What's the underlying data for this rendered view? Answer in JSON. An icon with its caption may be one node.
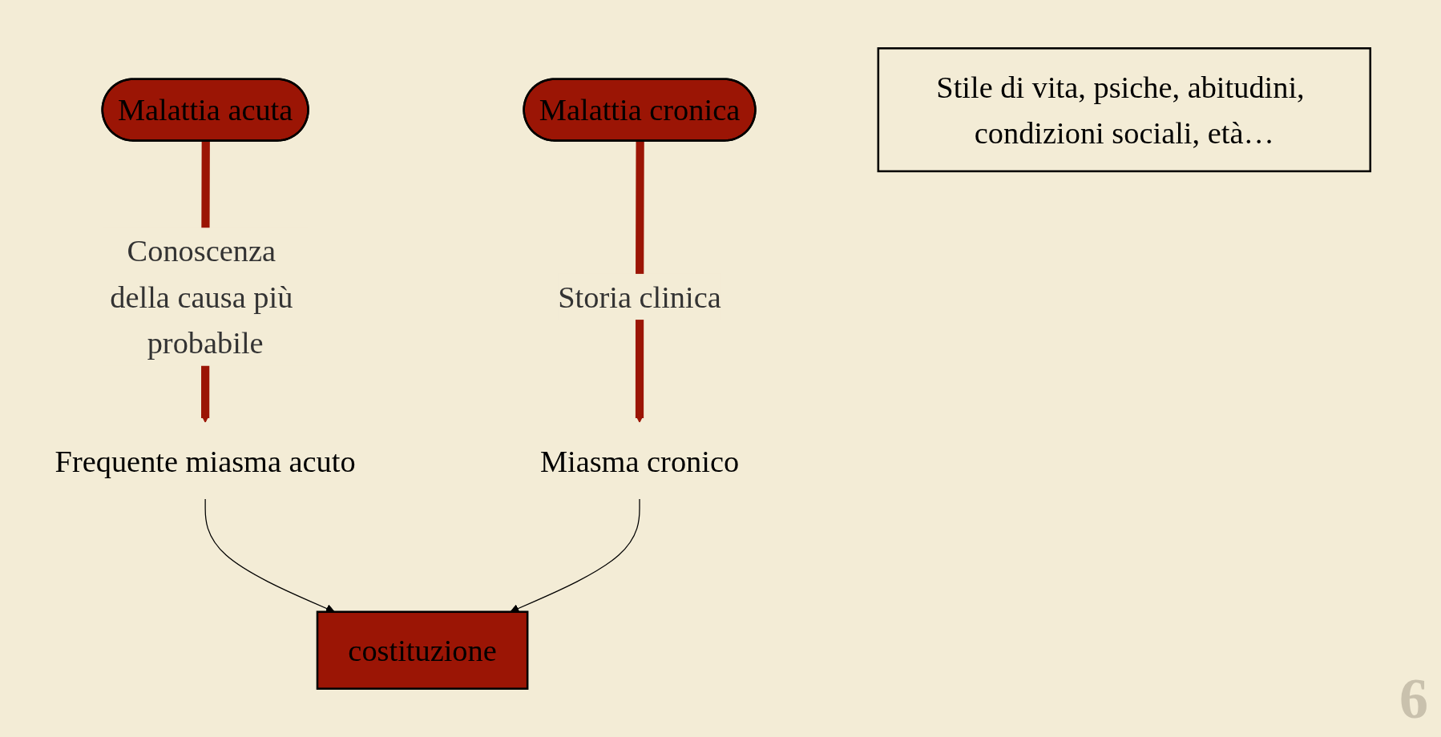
{
  "diagram": {
    "nodes": [
      {
        "text": [
          "Malattia acuta"
        ]
      },
      {
        "text": [
          "Malattia cronica"
        ]
      },
      {
        "text": [
          "Stile di vita, psiche, abitudini, condizioni sociali, età…"
        ]
      },
      {
        "text": [
          "Frequente miasma acuto"
        ]
      },
      {
        "text": [
          "Miasma cronico"
        ]
      },
      {
        "text": [
          "costituzione"
        ]
      }
    ],
    "edges": [
      {
        "from": 0,
        "to": 3,
        "arrow": "to",
        "label": "Conoscenza della causa più probabile",
        "style": "thick",
        "color": "#9b1505"
      },
      {
        "from": 1,
        "to": 4,
        "arrow": "to",
        "label": "Storia clinica",
        "style": "thick",
        "color": "#9b1505"
      },
      {
        "from": 3,
        "to": 5,
        "arrow": "to",
        "color": "#000000"
      },
      {
        "from": 4,
        "to": 5,
        "arrow": "to",
        "color": "#000000"
      }
    ],
    "labels": [
      "6"
    ]
  }
}
